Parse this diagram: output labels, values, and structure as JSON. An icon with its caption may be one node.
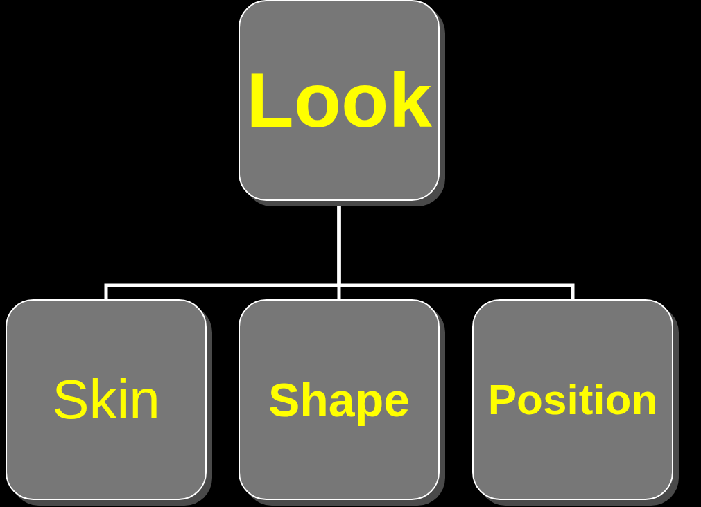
{
  "diagram": {
    "nodes": [
      {
        "text": [
          "Look"
        ]
      },
      {
        "text": [
          "Skin"
        ]
      },
      {
        "text": [
          "Shape"
        ]
      },
      {
        "text": [
          "Position"
        ]
      }
    ],
    "edges": [
      {
        "from": 0,
        "to": 1,
        "arrow": "none"
      },
      {
        "from": 0,
        "to": 2,
        "arrow": "none"
      },
      {
        "from": 0,
        "to": 3,
        "arrow": "none"
      }
    ]
  }
}
